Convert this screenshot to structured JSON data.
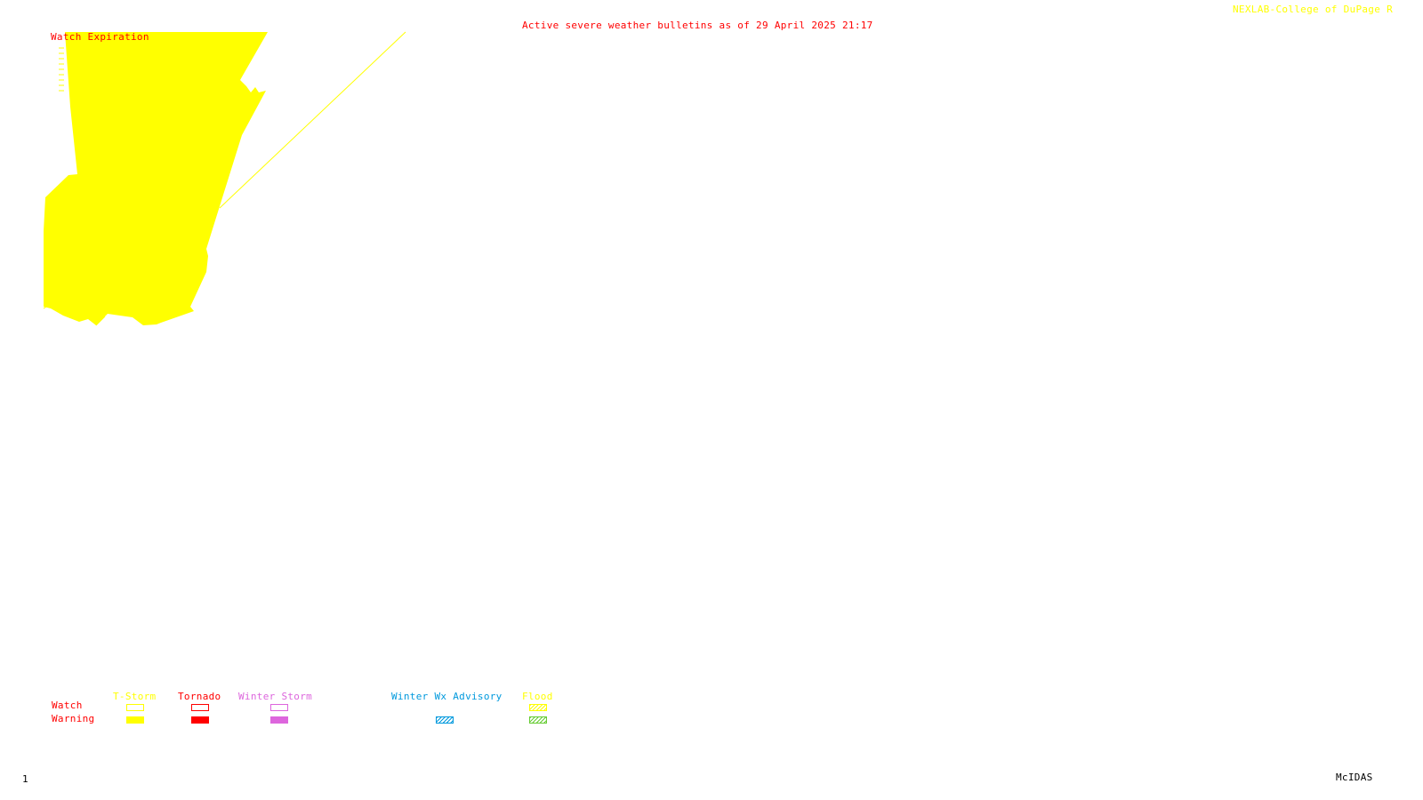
{
  "header": {
    "title": "Active severe weather bulletins as of 29 April 2025 21:17",
    "credit": "NEXLAB-College of DuPage R"
  },
  "map": {
    "watch_expiration_label": "Watch Expiration"
  },
  "legend": {
    "row_labels": {
      "watch": "Watch",
      "warning": "Warning"
    },
    "categories": [
      {
        "label": "T-Storm",
        "color": "#ffff00",
        "watch_style": "outline",
        "warning_style": "filled"
      },
      {
        "label": "Tornado",
        "color": "#ff0000",
        "watch_style": "outline",
        "warning_style": "filled"
      },
      {
        "label": "Winter Storm",
        "color": "#dd66dd",
        "watch_style": "outline",
        "warning_style": "filled"
      },
      {
        "label": "Winter Wx Advisory",
        "color": "#0099dd",
        "watch_style": "none",
        "warning_style": "hatched"
      },
      {
        "label": "Flood",
        "color": "#ffff00",
        "warning_color": "#66cc33",
        "watch_style": "hatched",
        "warning_style": "hatched"
      }
    ]
  },
  "footer": {
    "frame_number": "1",
    "software": "McIDAS"
  },
  "colors": {
    "title": "#ff0000",
    "credit": "#ffff00",
    "watch_fill": "#ffff00",
    "footer_text": "#000000"
  }
}
